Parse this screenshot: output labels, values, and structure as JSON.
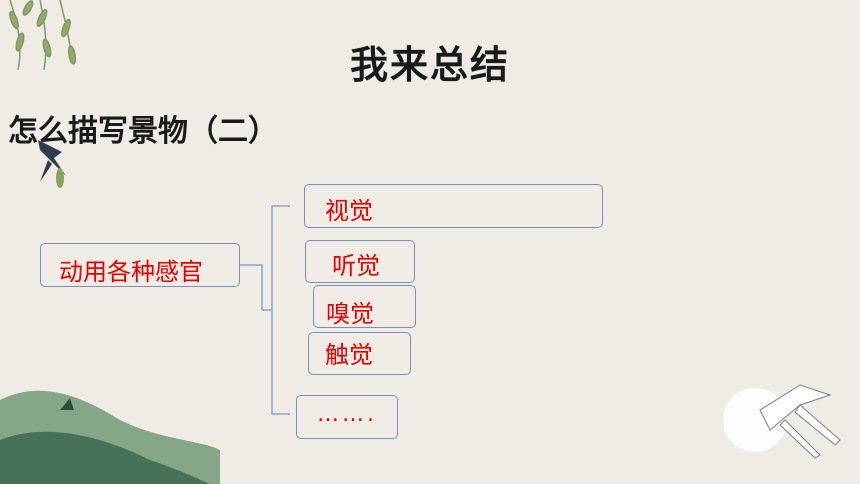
{
  "title": "我来总结",
  "subtitle": "怎么描写景物（二）",
  "root_label": "动用各种感官",
  "senses": [
    "视觉",
    "听觉",
    "嗅觉",
    "触觉",
    "……."
  ],
  "colors": {
    "background": "#efece6",
    "accent_text": "#e80000",
    "box_border": "#7d8fb8"
  }
}
